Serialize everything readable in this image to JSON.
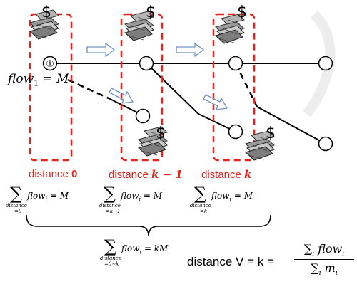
{
  "colors": {
    "box": "#e8231c",
    "arrow": "#6f93c6",
    "line": "#000000",
    "label_red": "#e8231c",
    "watermark": "#ededed"
  },
  "icons": {
    "money": "money-stack-icon",
    "dollar": "$"
  },
  "node_first_label": "①",
  "flow_label": {
    "lhs": "flow",
    "sub": "1",
    "eq": " = M"
  },
  "distance_labels": [
    {
      "word": "distance ",
      "value": "0"
    },
    {
      "word": "distance ",
      "value": "k − 1"
    },
    {
      "word": "distance ",
      "value": "k"
    }
  ],
  "sums": [
    {
      "body": "flow",
      "sub": "i",
      "rhs": " = M",
      "lower_1": "distance",
      "lower_2": "=0"
    },
    {
      "body": "flow",
      "sub": "i",
      "rhs": " = M",
      "lower_1": "distance",
      "lower_2": "=k−1"
    },
    {
      "body": "flow",
      "sub": "i",
      "rhs": " = M",
      "lower_1": "distance",
      "lower_2": "=k"
    }
  ],
  "total_sum": {
    "body": "flow",
    "sub": "i",
    "rhs": " = kM",
    "lower_1": "distance",
    "lower_2": "=0∼k"
  },
  "formula": {
    "prefix": "distance V = k = ",
    "num_sum": "∑",
    "num_sub": "i",
    "num_body": "flow",
    "num_body_sub": "i",
    "den_sum": "∑",
    "den_sub": "i",
    "den_body": "m",
    "den_body_sub": "i"
  }
}
